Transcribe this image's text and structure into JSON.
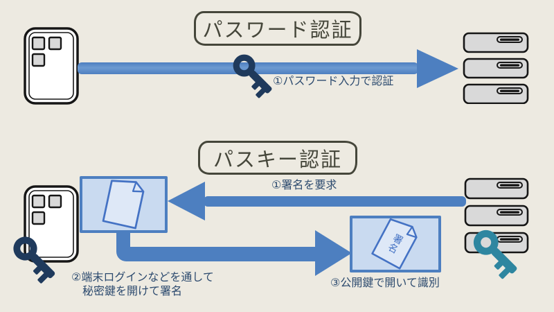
{
  "page": {
    "background_color": "#EDEAE1",
    "kind": "authentication-comparison-diagram"
  },
  "colors": {
    "arrow_blue": "#4D7FC0",
    "box_fill": "#C9DAF0",
    "box_border": "#4D7FC0",
    "document_stroke": "#4472C4",
    "document_fill": "#DEE8F7",
    "label_text": "#2C4A6E",
    "title_text": "#45463A",
    "navy_key": "#1F3A5C",
    "teal_key": "#2E86A0",
    "server_fill": "#D9D9D9",
    "outline_dark": "#1A1A1A",
    "phone_fill": "#FFFFFF"
  },
  "password_section": {
    "title": "パスワード認証",
    "step1_label": "①パスワード入力で認証"
  },
  "passkey_section": {
    "title": "パスキー認証",
    "step1_label": "①署名を要求",
    "step2_line1": "②端末ログインなどを通して",
    "step2_line2": "秘密鍵を開けて署名",
    "step3_label": "③公開鍵で開いて識別",
    "signature_label": "署名"
  },
  "icons": {
    "client_device": "smartphone-icon",
    "server": "server-stack-icon",
    "password_key": "key-icon-navy",
    "private_key": "key-icon-navy",
    "public_key": "key-icon-teal",
    "challenge_document": "document-icon",
    "signed_document": "signed-document-icon"
  }
}
